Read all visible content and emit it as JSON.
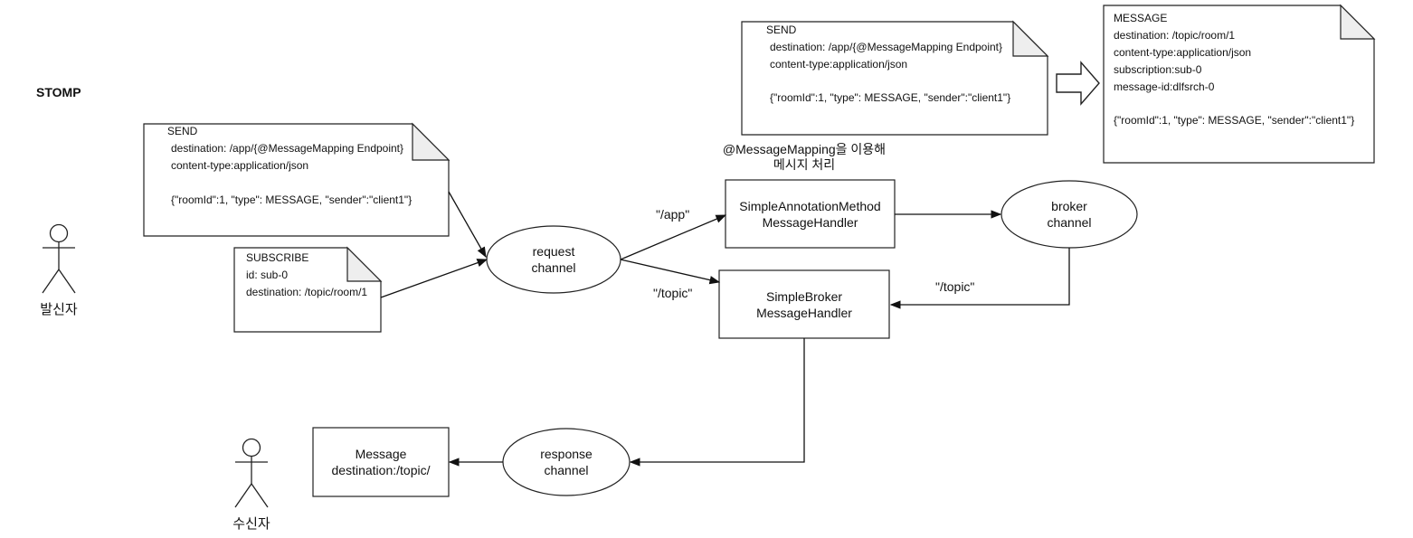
{
  "title": "STOMP",
  "actors": {
    "sender": "발신자",
    "receiver": "수신자"
  },
  "notes": {
    "send_left": [
      "SEND",
      "destination: /app/{@MessageMapping Endpoint}",
      "content-type:application/json",
      "",
      "{\"roomId\":1, \"type\": MESSAGE, \"sender\":\"client1\"}"
    ],
    "subscribe": [
      "SUBSCRIBE",
      "id: sub-0",
      "destination: /topic/room/1"
    ],
    "send_top": [
      "SEND",
      "destination: /app/{@MessageMapping Endpoint}",
      "content-type:application/json",
      "",
      "{\"roomId\":1, \"type\": MESSAGE, \"sender\":\"client1\"}"
    ],
    "message": [
      "MESSAGE",
      "destination: /topic/room/1",
      "content-type:application/json",
      "subscription:sub-0",
      "message-id:dlfsrch-0",
      "",
      "{\"roomId\":1, \"type\": MESSAGE, \"sender\":\"client1\"}"
    ]
  },
  "nodes": {
    "request_channel": [
      "request",
      "channel"
    ],
    "broker_channel": [
      "broker",
      "channel"
    ],
    "response_channel": [
      "response",
      "channel"
    ],
    "annotation_handler": [
      "SimpleAnnotationMethod",
      "MessageHandler"
    ],
    "broker_handler": [
      "SimpleBroker",
      "MessageHandler"
    ],
    "message_box": [
      "Message",
      "destination:/topic/"
    ]
  },
  "edge_labels": {
    "app": "\"/app\"",
    "topic_left": "\"/topic\"",
    "topic_right": "\"/topic\""
  },
  "annotation": [
    "@MessageMapping을 이용해",
    "메시지 처리"
  ]
}
